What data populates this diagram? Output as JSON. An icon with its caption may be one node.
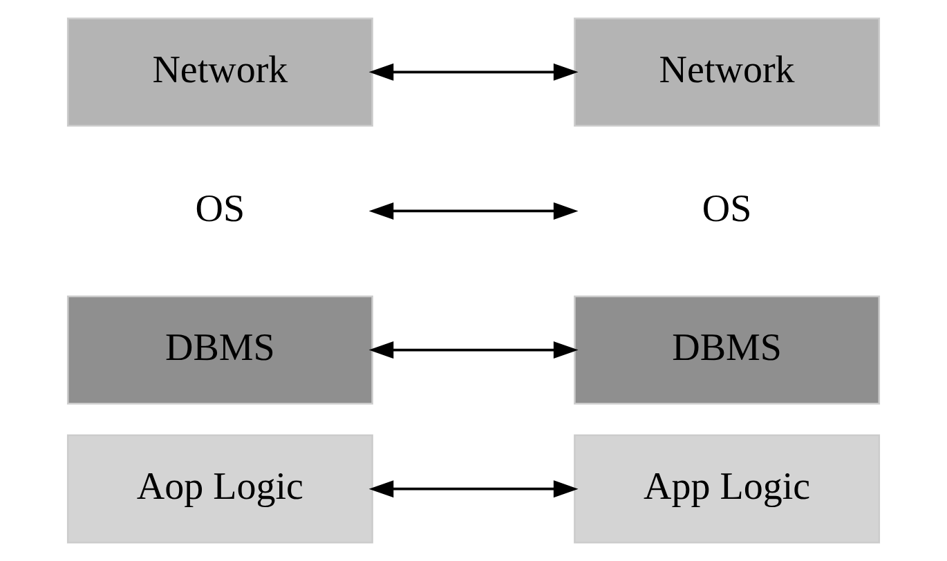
{
  "diagram": {
    "nodes": [
      {
        "text": [
          "Aop Logic"
        ]
      },
      {
        "text": [
          "App Logic"
        ]
      },
      {
        "text": [
          "DBMS"
        ]
      },
      {
        "text": [
          "DBMS"
        ]
      },
      {
        "text": [
          "OS"
        ]
      },
      {
        "text": [
          "OS"
        ]
      },
      {
        "text": [
          "Network"
        ]
      },
      {
        "text": [
          "Network"
        ]
      }
    ],
    "edges": [
      {
        "from": 0,
        "to": 1,
        "arrow": "both"
      },
      {
        "from": 2,
        "to": 3,
        "arrow": "both"
      },
      {
        "from": 4,
        "to": 5,
        "arrow": "both"
      },
      {
        "from": 6,
        "to": 7,
        "arrow": "both"
      }
    ]
  }
}
